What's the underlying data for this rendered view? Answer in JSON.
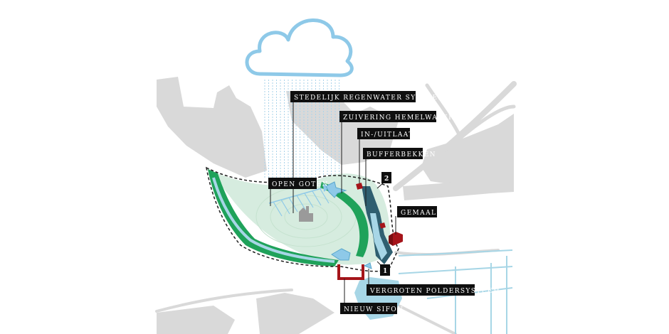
{
  "diagram": {
    "labels": {
      "stedelijk": "STEDELIJK REGENWATER SYSTEEM",
      "zuivering": "ZUIVERING HEMELWATER",
      "in_uitlaat": "IN-/UITLAAT",
      "bufferbekken": "BUFFERBEKKEN",
      "open_goten": "OPEN GOTEN",
      "gemaal": "GEMAAL",
      "vergroten": "VERGROTEN POLDERSYSTEEM",
      "nieuw_sifon": "NIEUW SIFON"
    },
    "markers": {
      "one": "1",
      "two": "2"
    },
    "colors": {
      "cloud": "#8ec9e8",
      "rain": "#a9d3ea",
      "land": "#d9d9d9",
      "green_dike": "#1fa25a",
      "light_green": "#d6ecdf",
      "water": "#a7d6e6",
      "dark_water": "#2f5f70",
      "sifon": "#a5141a",
      "gemaal": "#a5141a",
      "label_bg": "#0f0f0f"
    }
  }
}
